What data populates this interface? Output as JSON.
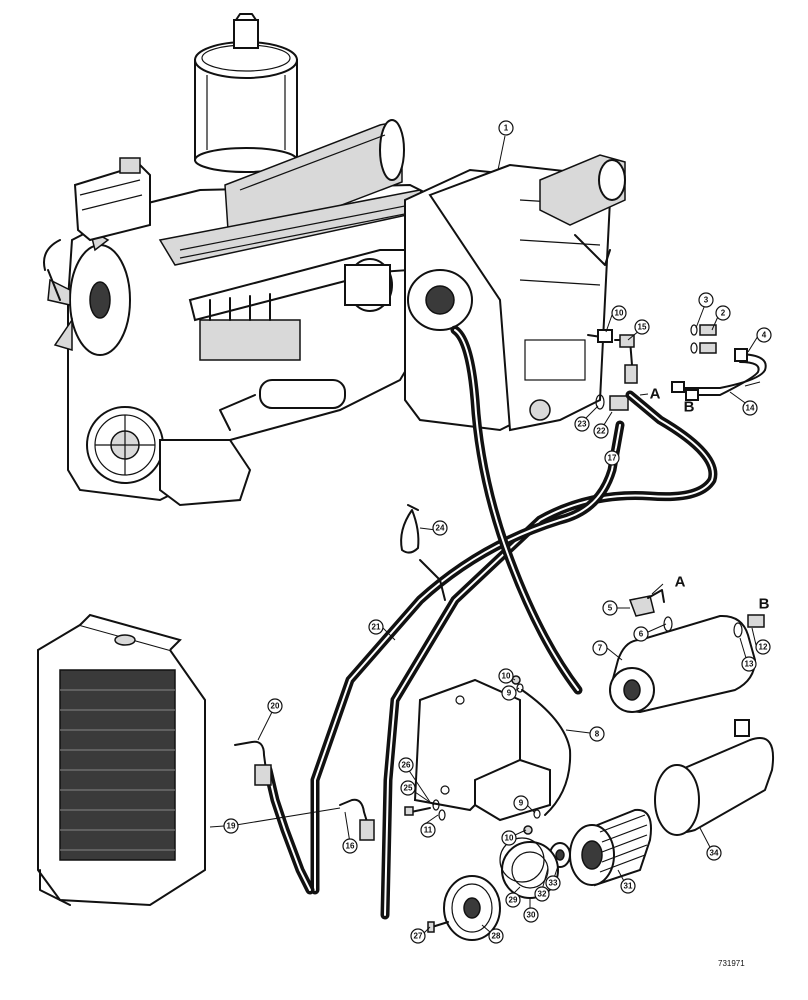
{
  "drawing_number": "731971",
  "port_letters": {
    "a_upper": "A",
    "b_upper": "B",
    "a_lower": "A",
    "b_lower": "B"
  },
  "callouts": {
    "c1": "1",
    "c2": "2",
    "c3": "3",
    "c4": "4",
    "c5": "5",
    "c6": "6",
    "c7": "7",
    "c8": "8",
    "c9a": "9",
    "c9b": "9",
    "c10a": "10",
    "c10b": "10",
    "c10c": "10",
    "c11": "11",
    "c12": "12",
    "c13": "13",
    "c14": "14",
    "c15": "15",
    "c16": "16",
    "c17": "17",
    "c19": "19",
    "c20": "20",
    "c21": "21",
    "c22": "22",
    "c23": "23",
    "c24": "24",
    "c25": "25",
    "c26": "26",
    "c27": "27",
    "c28": "28",
    "c29": "29",
    "c30": "30",
    "c31": "31",
    "c32": "32",
    "c33": "33",
    "c34": "34"
  }
}
